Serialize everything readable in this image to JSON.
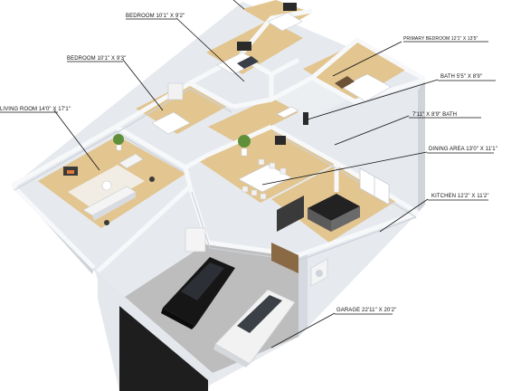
{
  "labels": {
    "bedroom_top": "BEDROOM 10'1\" X 9'2\"",
    "bedroom_left": "BEDROOM 10'1\" X 9'3\"",
    "living_room": "LIVING ROOM 14'0\" X 17'1\"",
    "primary_bedroom": "PRIMARY BEDROOM 12'1\" X 13'5\"",
    "bath_1": "BATH 5'5\" X 8'9\"",
    "bath_2": "7'11\" X 8'9\" BATH",
    "dining_area": "DINING AREA 13'0\" X 11'1\"",
    "kitchen": "KITCHEN 12'2\" X 11'2\"",
    "garage": "GARAGE 22'11\" X 20'2\""
  },
  "colors": {
    "wall_top": "#f4f5f7",
    "wall_side": "#d9dde3",
    "floor_wood": "#e2c58f",
    "garage_floor": "#bcbcbc",
    "garage_door": "#1e1e1e",
    "car_black": "#161616",
    "car_white": "#f2f2f2",
    "countertop": "#222222"
  }
}
